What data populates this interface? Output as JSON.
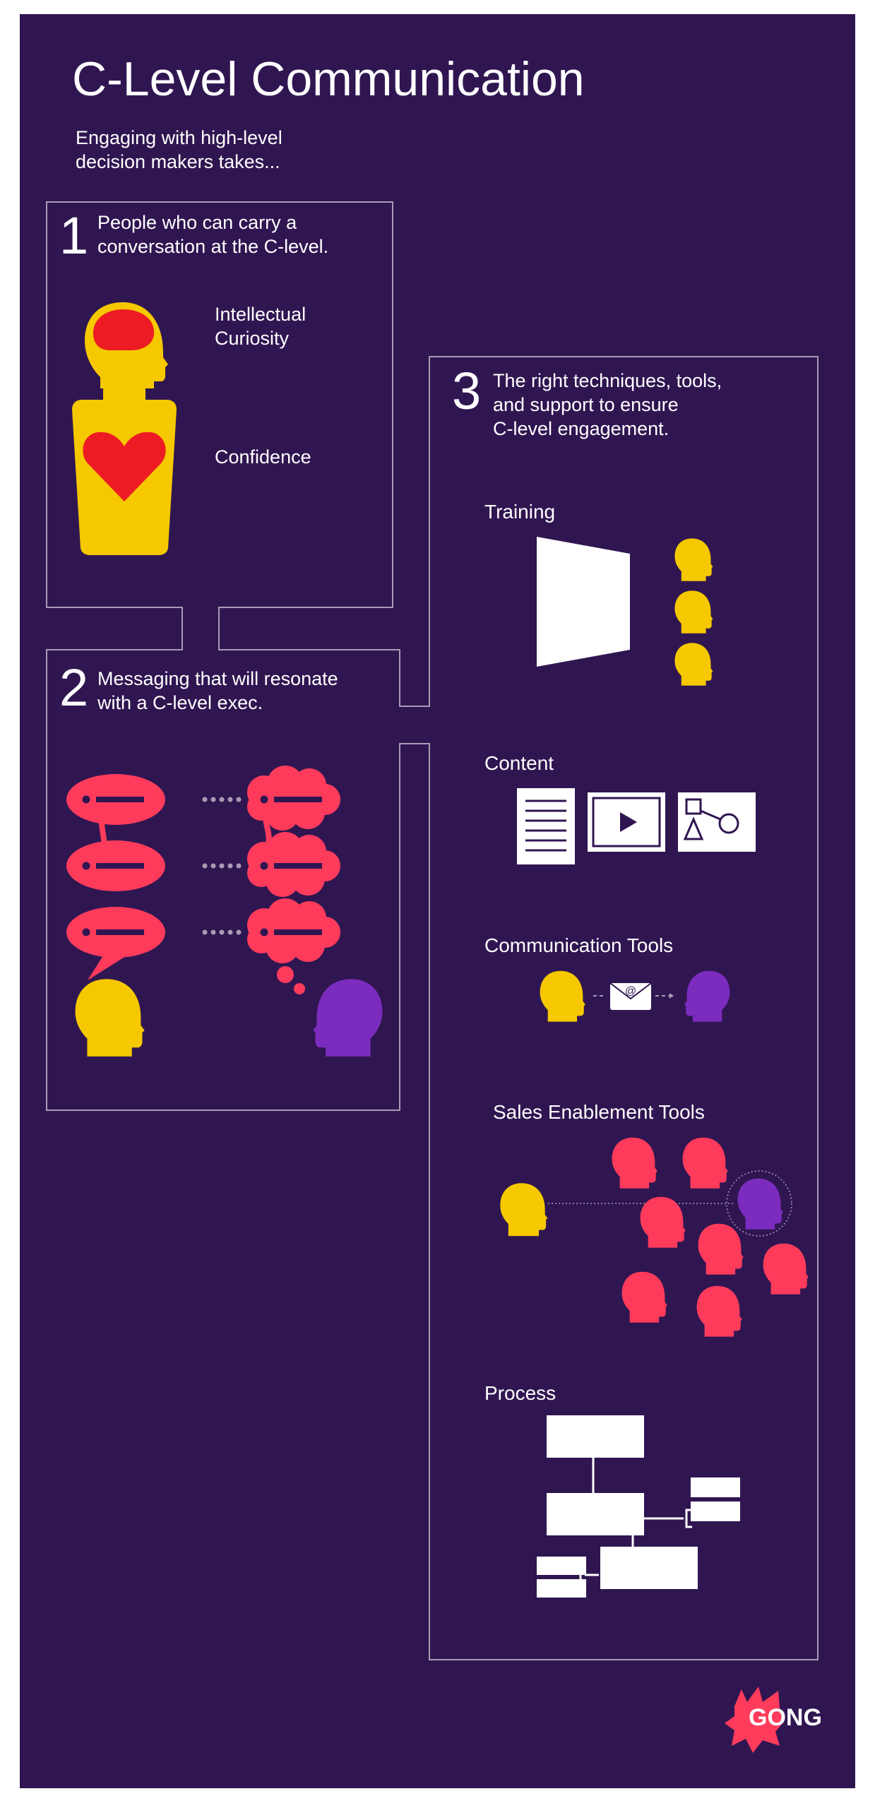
{
  "header": {
    "title": "C-Level Communication",
    "subtitle_line1": "Engaging with high-level",
    "subtitle_line2": "decision makers takes..."
  },
  "section1": {
    "number": "1",
    "heading_line1": "People who can carry a",
    "heading_line2": "conversation at the C-level.",
    "label_curiosity_1": "Intellectual",
    "label_curiosity_2": "Curiosity",
    "label_confidence": "Confidence"
  },
  "section2": {
    "number": "2",
    "heading_line1": "Messaging that will resonate",
    "heading_line2": "with a C-level exec."
  },
  "section3": {
    "number": "3",
    "heading_line1": "The right techniques, tools,",
    "heading_line2": "and support to ensure",
    "heading_line3": "C-level engagement.",
    "items": [
      {
        "label": "Training"
      },
      {
        "label": "Content"
      },
      {
        "label": "Communication Tools"
      },
      {
        "label": "Sales Enablement Tools"
      },
      {
        "label": "Process"
      }
    ]
  },
  "logo": {
    "text": "GONG"
  },
  "colors": {
    "background": "#301651",
    "yellow": "#F5C800",
    "red": "#ED1C24",
    "coral": "#FF3B5C",
    "purple": "#7B2CBF",
    "white": "#FFFFFF",
    "frame": "#A89BB5"
  },
  "icons": [
    "head-with-brain-icon",
    "heart-icon",
    "speech-bubble-icon",
    "thought-cloud-icon",
    "head-icon",
    "training-screen-icon",
    "document-icon",
    "video-play-icon",
    "shapes-icon",
    "email-envelope-icon",
    "process-flowchart-icon",
    "gong-logo"
  ]
}
